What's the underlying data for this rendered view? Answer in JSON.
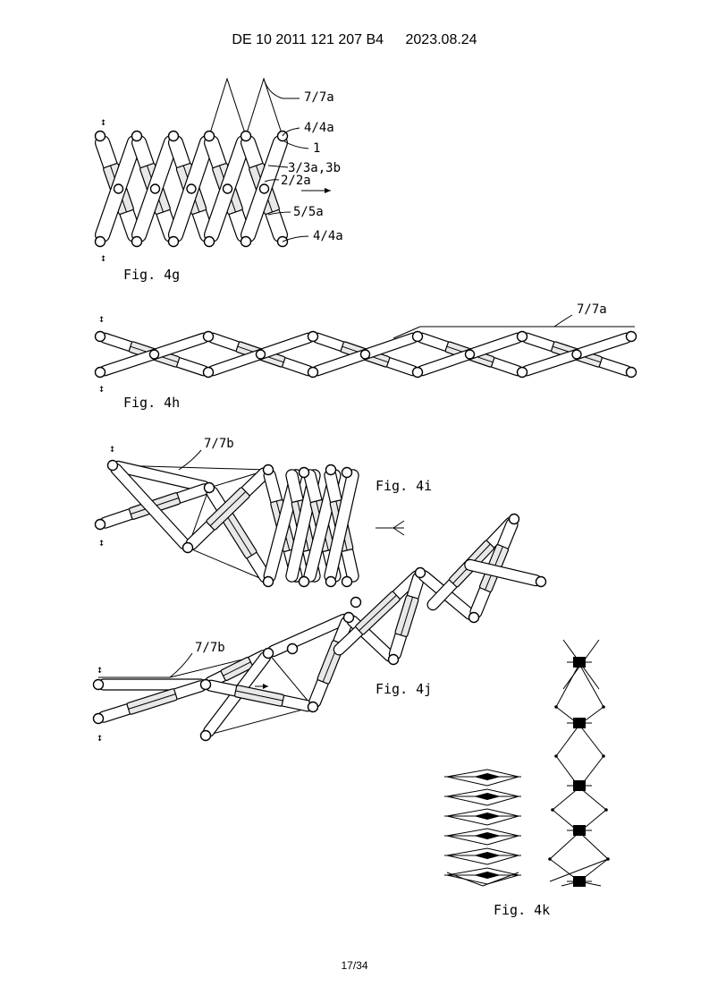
{
  "header": {
    "doc_id": "DE 10 2011 121 207 B4",
    "date": "2023.08.24"
  },
  "figures": {
    "fig4g": {
      "caption": "Fig. 4g",
      "labels": [
        "7/7a",
        "4/4a",
        "1",
        "3/3a,3b",
        "2/2a",
        "5/5a",
        "4/4a"
      ]
    },
    "fig4h": {
      "caption": "Fig. 4h",
      "labels": [
        "7/7a"
      ]
    },
    "fig4i": {
      "caption": "Fig. 4i",
      "labels": [
        "7/7b"
      ]
    },
    "fig4j": {
      "caption": "Fig. 4j",
      "labels": [
        "7/7b"
      ]
    },
    "fig4k": {
      "caption": "Fig. 4k"
    }
  },
  "footer": {
    "page_number": "17/34"
  }
}
